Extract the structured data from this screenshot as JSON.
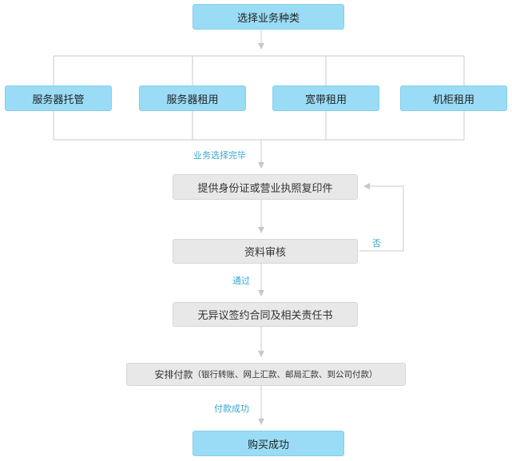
{
  "colors": {
    "blue_box": "#9adcf5",
    "gray_box": "#e8e8e8",
    "line": "#c8c8c8",
    "label": "#3aa6cf"
  },
  "nodes": {
    "select": "选择业务种类",
    "options": [
      "服务器托管",
      "服务器租用",
      "宽带租用",
      "机柜租用"
    ],
    "provide": "提供身份证或营业执照复印件",
    "review": "资料审核",
    "contract": "无异议签约合同及相关责任书",
    "payment": "安排付款",
    "payment_methods": "（银行转账、网上汇款、邮局汇款、到公司付款）",
    "purchase": "购买成功"
  },
  "edges": {
    "selection_done": "业务选择完毕",
    "fail": "否",
    "pass": "通过",
    "paid": "付款成功"
  }
}
